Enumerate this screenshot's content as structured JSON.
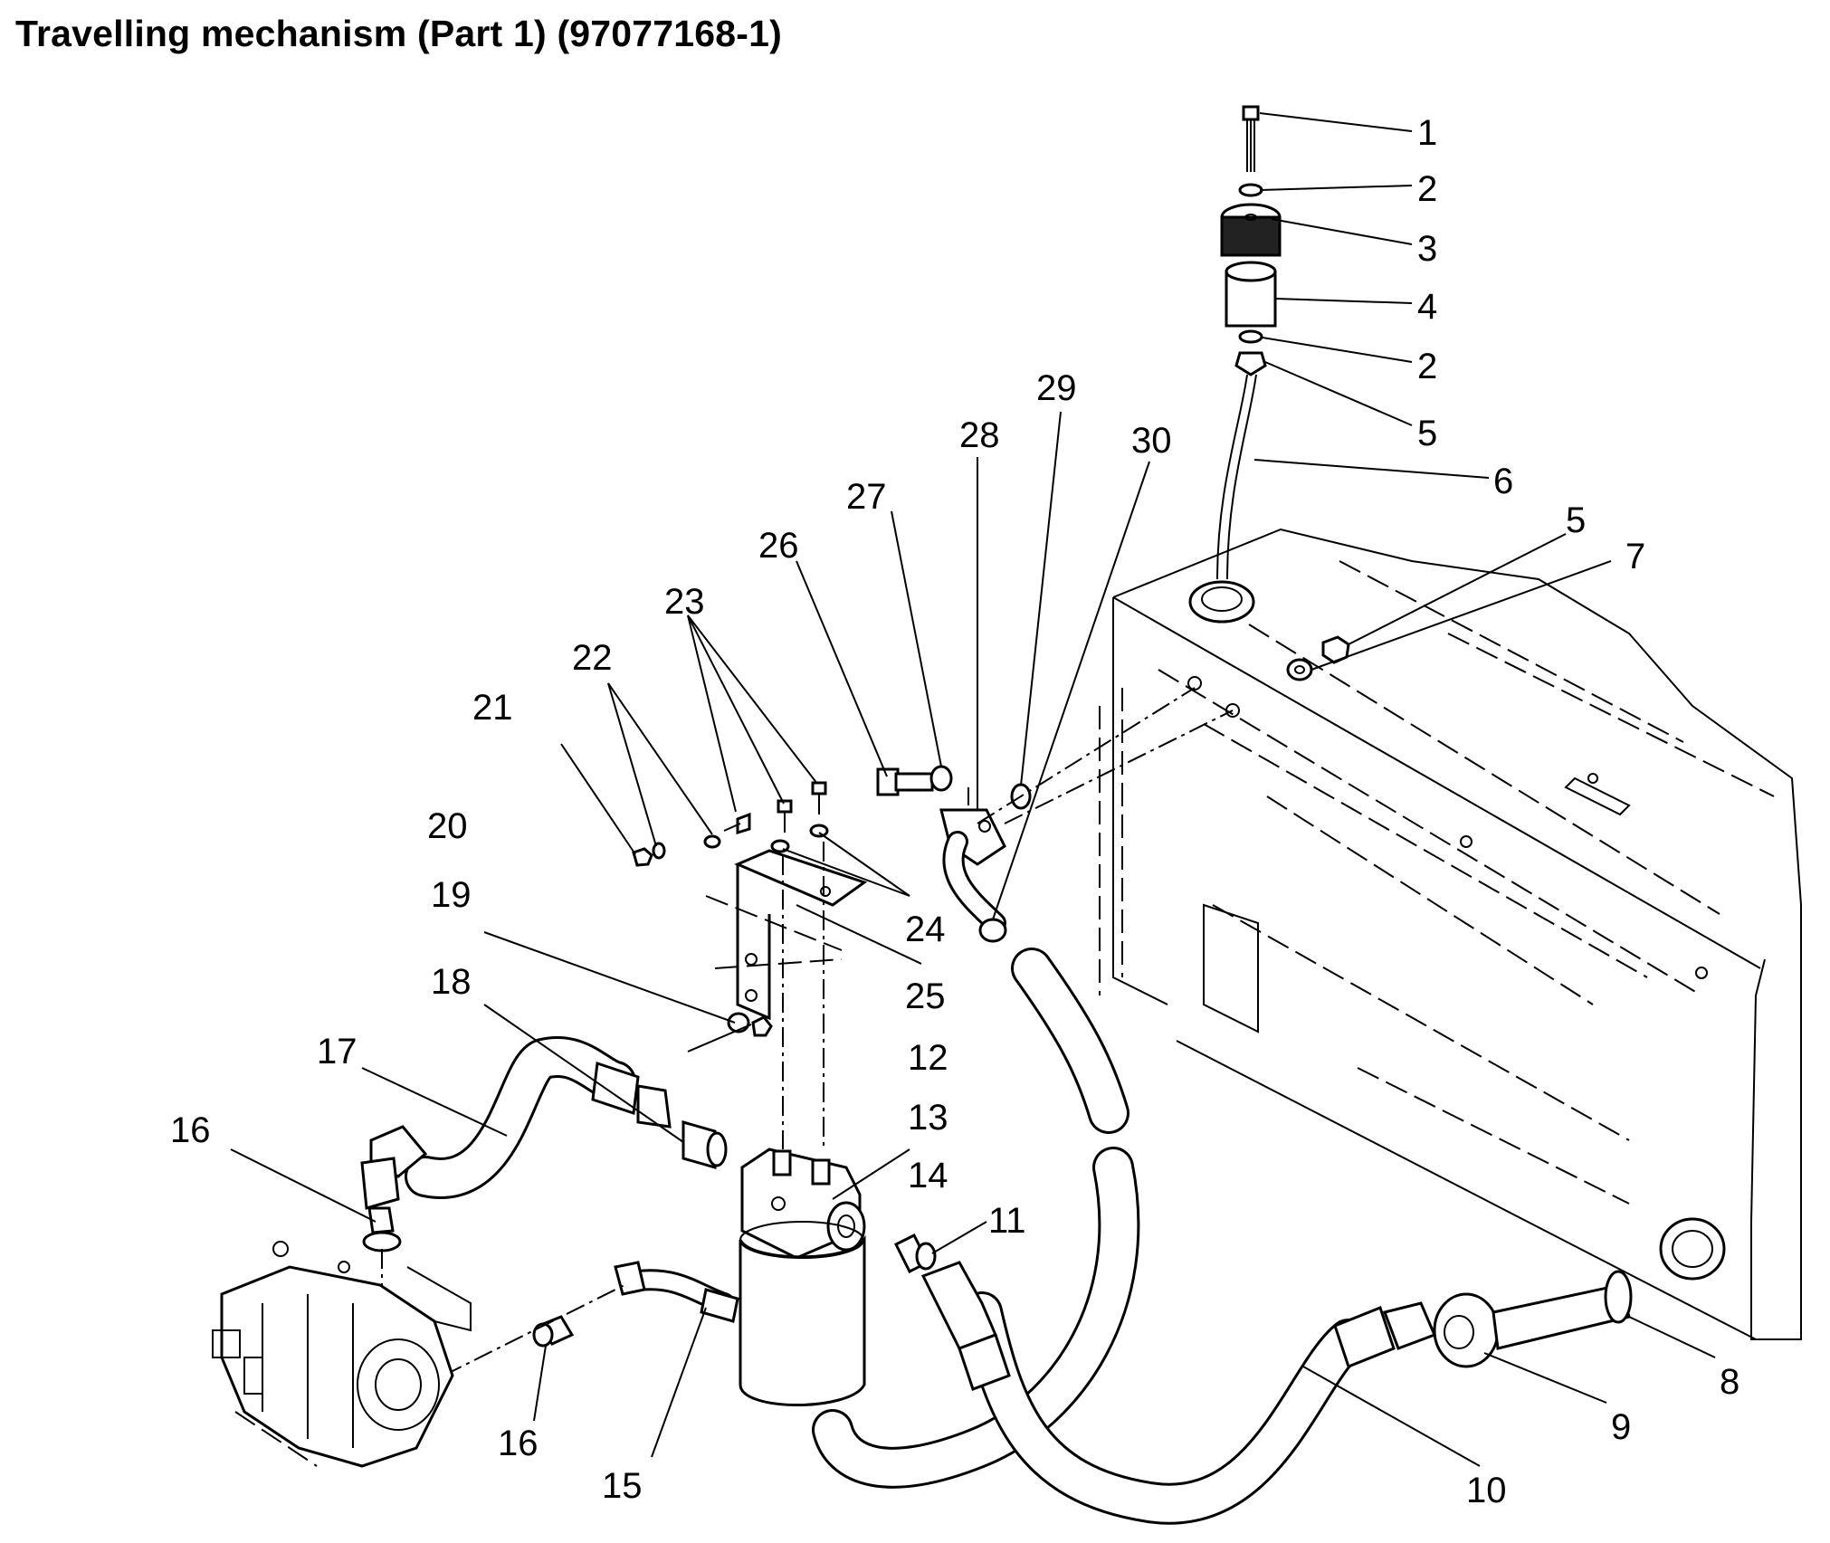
{
  "title": "Travelling mechanism (Part 1) (97077168-1)",
  "callouts": [
    "1",
    "2",
    "3",
    "4",
    "2",
    "5",
    "6",
    "5",
    "7",
    "8",
    "9",
    "10",
    "11",
    "12",
    "13",
    "14",
    "15",
    "16",
    "16",
    "17",
    "18",
    "19",
    "20",
    "21",
    "22",
    "23",
    "24",
    "25",
    "26",
    "27",
    "28",
    "29",
    "30"
  ]
}
